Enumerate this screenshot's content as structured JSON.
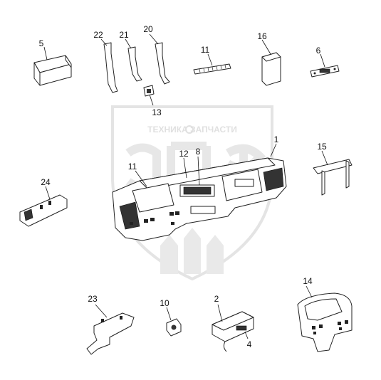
{
  "watermark": {
    "brand_text": "ТЕХНИКА ЗАПЧАСТИ"
  },
  "callouts": [
    {
      "id": "callout-5",
      "label": "5"
    },
    {
      "id": "callout-22",
      "label": "22"
    },
    {
      "id": "callout-21",
      "label": "21"
    },
    {
      "id": "callout-20",
      "label": "20"
    },
    {
      "id": "callout-11a",
      "label": "11"
    },
    {
      "id": "callout-16",
      "label": "16"
    },
    {
      "id": "callout-6",
      "label": "6"
    },
    {
      "id": "callout-13",
      "label": "13"
    },
    {
      "id": "callout-1",
      "label": "1"
    },
    {
      "id": "callout-15",
      "label": "15"
    },
    {
      "id": "callout-12",
      "label": "12"
    },
    {
      "id": "callout-8",
      "label": "8"
    },
    {
      "id": "callout-11b",
      "label": "11"
    },
    {
      "id": "callout-24",
      "label": "24"
    },
    {
      "id": "callout-14",
      "label": "14"
    },
    {
      "id": "callout-23",
      "label": "23"
    },
    {
      "id": "callout-10",
      "label": "10"
    },
    {
      "id": "callout-2",
      "label": "2"
    },
    {
      "id": "callout-4",
      "label": "4"
    }
  ]
}
